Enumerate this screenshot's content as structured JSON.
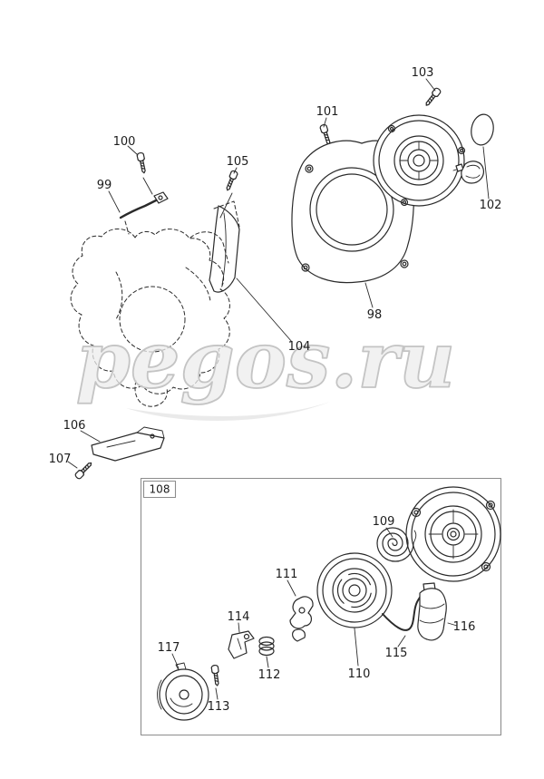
{
  "watermark": {
    "text": "pegos.ru"
  },
  "colors": {
    "line": "#2a2a2a",
    "box_border": "#8c8c8c",
    "watermark_fill": "#ececec",
    "watermark_stroke": "#c4c4c4",
    "background": "#ffffff"
  },
  "group_box": {
    "label": "108"
  },
  "parts": {
    "p98": "98",
    "p99": "99",
    "p100": "100",
    "p101": "101",
    "p102": "102",
    "p103": "103",
    "p104": "104",
    "p105": "105",
    "p106": "106",
    "p107": "107",
    "p109": "109",
    "p110": "110",
    "p111": "111",
    "p112": "112",
    "p113": "113",
    "p114": "114",
    "p115": "115",
    "p116": "116",
    "p117": "117"
  }
}
